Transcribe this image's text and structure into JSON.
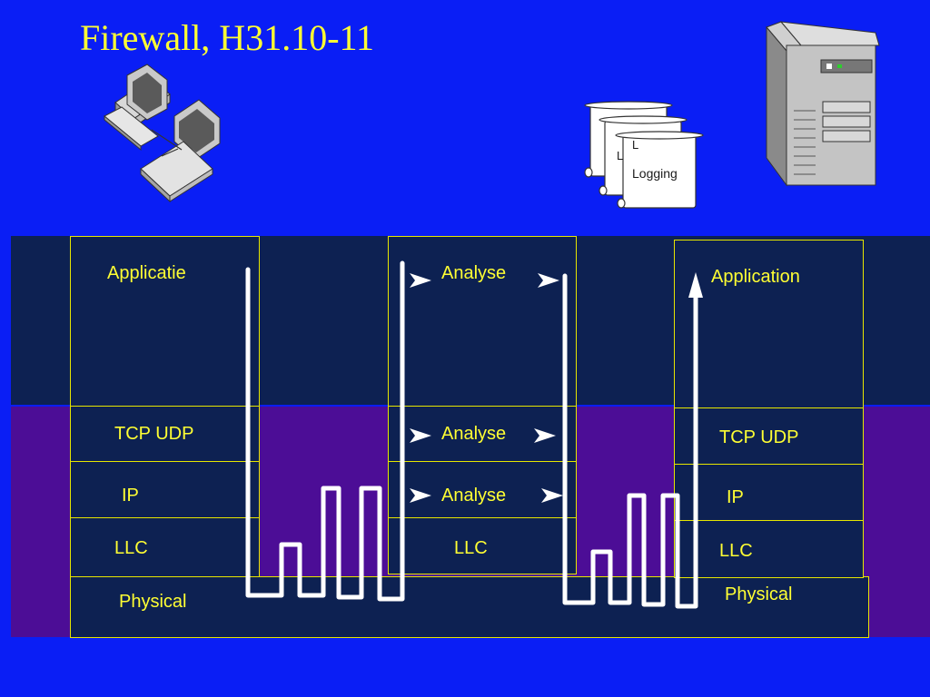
{
  "title": "Firewall, H31.10-11",
  "logging": {
    "label": "Logging"
  },
  "client_stack": {
    "application": "Applicatie",
    "transport": "TCP UDP",
    "network": "IP",
    "link": "LLC"
  },
  "firewall_stack": {
    "application": "Analyse",
    "transport": "Analyse",
    "network": "Analyse",
    "link": "LLC"
  },
  "server_stack": {
    "application": "Application",
    "transport": "TCP UDP",
    "network": "IP",
    "link": "LLC",
    "physical": "Physical"
  },
  "physical_left": "Physical",
  "icons": {
    "workstation": "computer-workstation-icon",
    "server": "server-tower-icon",
    "logs": "logging-scrolls-icon"
  },
  "colors": {
    "background": "#0a1ef5",
    "band_dark": "#0d2152",
    "band_purple": "#4c0d96",
    "text": "#ffff33",
    "signal": "#ffffff"
  }
}
